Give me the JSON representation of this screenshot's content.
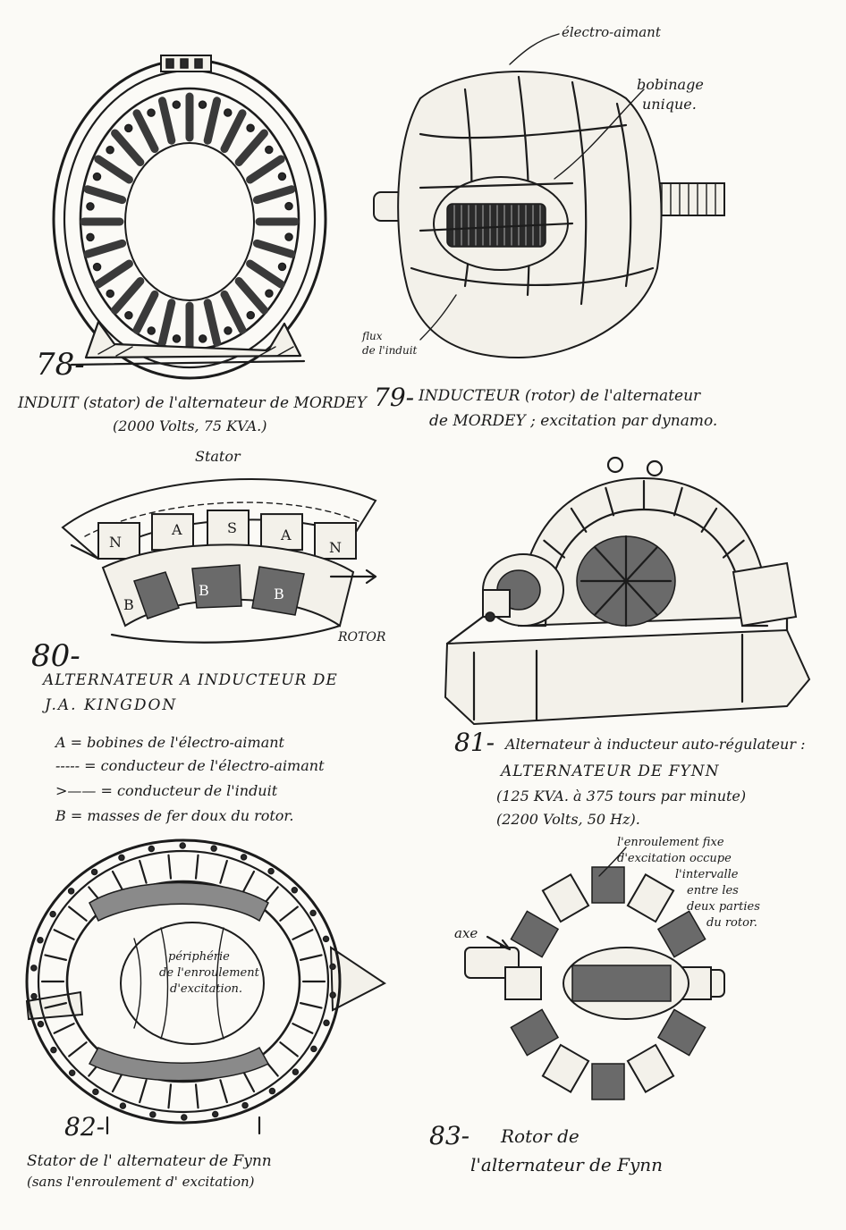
{
  "fig78": {
    "number": "78-",
    "caption_line1": "INDUIT (stator) de l'alternateur de MORDEY",
    "caption_line2": "(2000 Volts, 75 KVA.)"
  },
  "fig79": {
    "number": "79-",
    "caption_line1": "INDUCTEUR (rotor) de l'alternateur",
    "caption_line2": "de MORDEY ; excitation par dynamo.",
    "label_electro_aimant": "électro-aimant",
    "label_bobinage_line1": "bobinage",
    "label_bobinage_line2": "unique.",
    "label_flux_line1": "flux",
    "label_flux_line2": "de l'induit"
  },
  "fig80": {
    "number": "80-",
    "label_stator": "Stator",
    "label_rotor": "ROTOR",
    "pole_letters": [
      "N",
      "A",
      "S",
      "A",
      "N"
    ],
    "rotor_letters": [
      "B",
      "B",
      "B"
    ],
    "caption_line1": "ALTERNATEUR A INDUCTEUR DE",
    "caption_line2": "J.A. KINGDON",
    "legend_A": "A = bobines de l'électro-aimant",
    "legend_dashed": "----- = conducteur de l'électro-aimant",
    "legend_arrow": ">—— = conducteur de l'induit",
    "legend_B": "B = masses de fer doux du rotor."
  },
  "fig81": {
    "number": "81-",
    "caption_line1": "Alternateur à inducteur auto-régulateur :",
    "caption_line2": "ALTERNATEUR DE FYNN",
    "caption_line3": "(125 KVA. à 375 tours par minute)",
    "caption_line4": "(2200 Volts, 50 Hz)."
  },
  "fig82": {
    "number": "82-",
    "caption_line1": "Stator de l' alternateur de Fynn",
    "caption_line2": "(sans l'enroulement d' excitation)",
    "label_line1": "périphérie",
    "label_line2": "de l'enroulement",
    "label_line3": "d'excitation."
  },
  "fig83": {
    "number": "83-",
    "caption_line1": "Rotor de",
    "caption_line2": "l'alternateur de Fynn",
    "label_axe": "axe",
    "label_note_line1": "l'enroulement fixe",
    "label_note_line2": "d'excitation occupe",
    "label_note_line3": "l'intervalle",
    "label_note_line4": "entre les",
    "label_note_line5": "deux parties",
    "label_note_line6": "du rotor."
  }
}
